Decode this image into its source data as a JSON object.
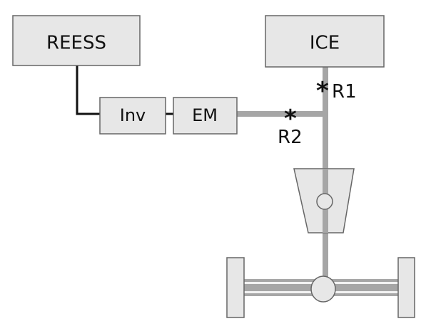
{
  "diagram": {
    "components": {
      "reess": "REESS",
      "ice": "ICE",
      "inv": "Inv",
      "em": "EM"
    },
    "markers": {
      "r1": "R1",
      "r2": "R2"
    },
    "colors": {
      "box_fill": "#e7e7e7",
      "box_stroke": "#666666",
      "shaft": "#a6a6a6",
      "electric_line": "#111111"
    }
  }
}
